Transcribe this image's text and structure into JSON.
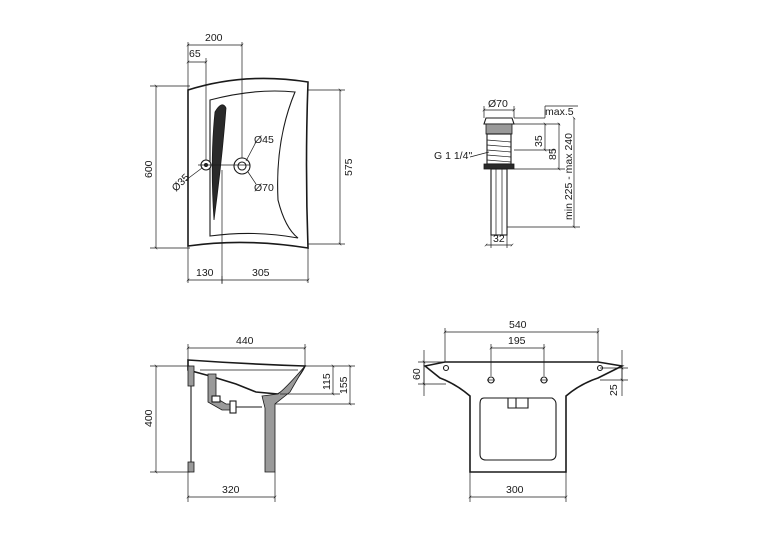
{
  "dimensions": {
    "top_width_200": "200",
    "top_offset_65": "65",
    "top_hole_45": "Ø45",
    "top_hole_70": "Ø70",
    "top_hole_35": "Ø35",
    "top_depth_600": "600",
    "top_depth_575": "575",
    "top_left_130": "130",
    "top_right_305": "305",
    "drain_dia_70": "Ø70",
    "drain_max5": "max.5",
    "drain_35": "35",
    "drain_85": "85",
    "drain_range": "min 225 - max 240",
    "drain_thread": "G 1 1/4\"",
    "drain_width_32": "32",
    "side_width_440": "440",
    "side_115": "115",
    "side_155": "155",
    "side_height_400": "400",
    "side_width_320": "320",
    "front_width_540": "540",
    "front_holes_195": "195",
    "front_60": "60",
    "front_25": "25",
    "front_width_300": "300"
  }
}
